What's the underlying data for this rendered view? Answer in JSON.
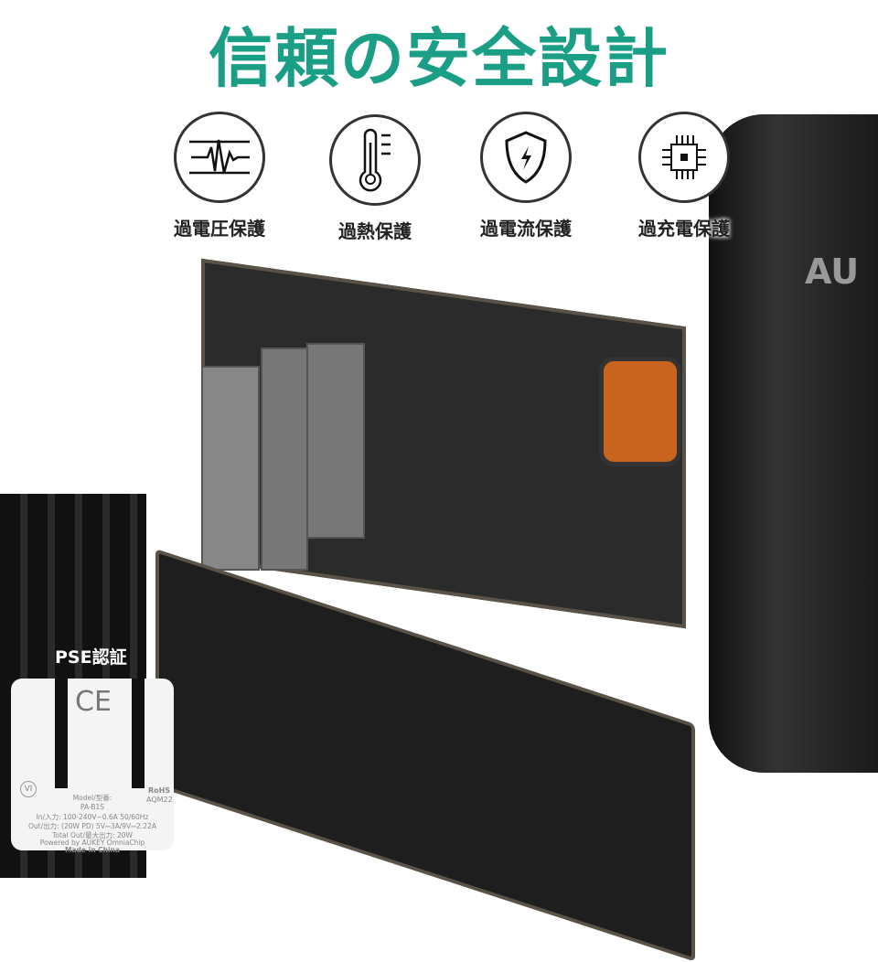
{
  "title": "信頼の安全設計",
  "features": [
    {
      "label": "過電圧保護",
      "icon": "voltage-wave-icon"
    },
    {
      "label": "過熱保護",
      "icon": "thermometer-icon"
    },
    {
      "label": "過電流保護",
      "icon": "shield-bolt-icon"
    },
    {
      "label": "過充電保護",
      "icon": "chip-icon"
    }
  ],
  "brand_partial": "AU",
  "pse": {
    "label": "PSE認証",
    "ce": "CE",
    "vi": "VI",
    "rohs": "RoHS",
    "rohs_code": "AQM22",
    "model_label": "Model/型番:",
    "model": "PA-B1S",
    "input": "In/入力: 100-240V~0.6A 50/60Hz",
    "output": "Out/出力: (20W PD) 5V⎓3A/9V⎓2.22A",
    "total": "Total Out/最大出力: 20W",
    "powered": "Powered by AUKEY OmniaChip",
    "made": "Made in China"
  },
  "colors": {
    "title": "#1a9f86",
    "usb_c": "#c8641e"
  }
}
